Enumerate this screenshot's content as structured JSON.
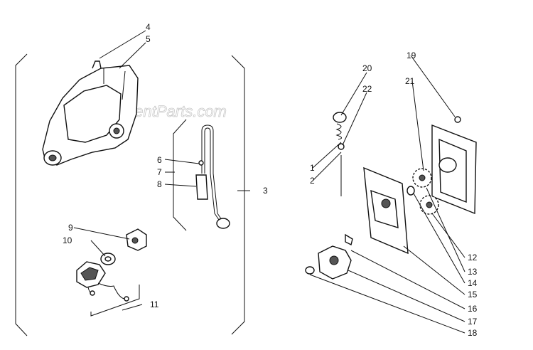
{
  "watermark": "eReplacementParts.com",
  "labels": {
    "n1": "1",
    "n2": "2",
    "n3": "3",
    "n4": "4",
    "n5": "5",
    "n6": "6",
    "n7": "7",
    "n8": "8",
    "n9": "9",
    "n10": "10",
    "n11": "11",
    "n12": "12",
    "n13": "13",
    "n14": "14",
    "n15": "15",
    "n16": "16",
    "n17": "17",
    "n18": "18",
    "n19": "19",
    "n20": "20",
    "n21": "21",
    "n22": "22"
  }
}
